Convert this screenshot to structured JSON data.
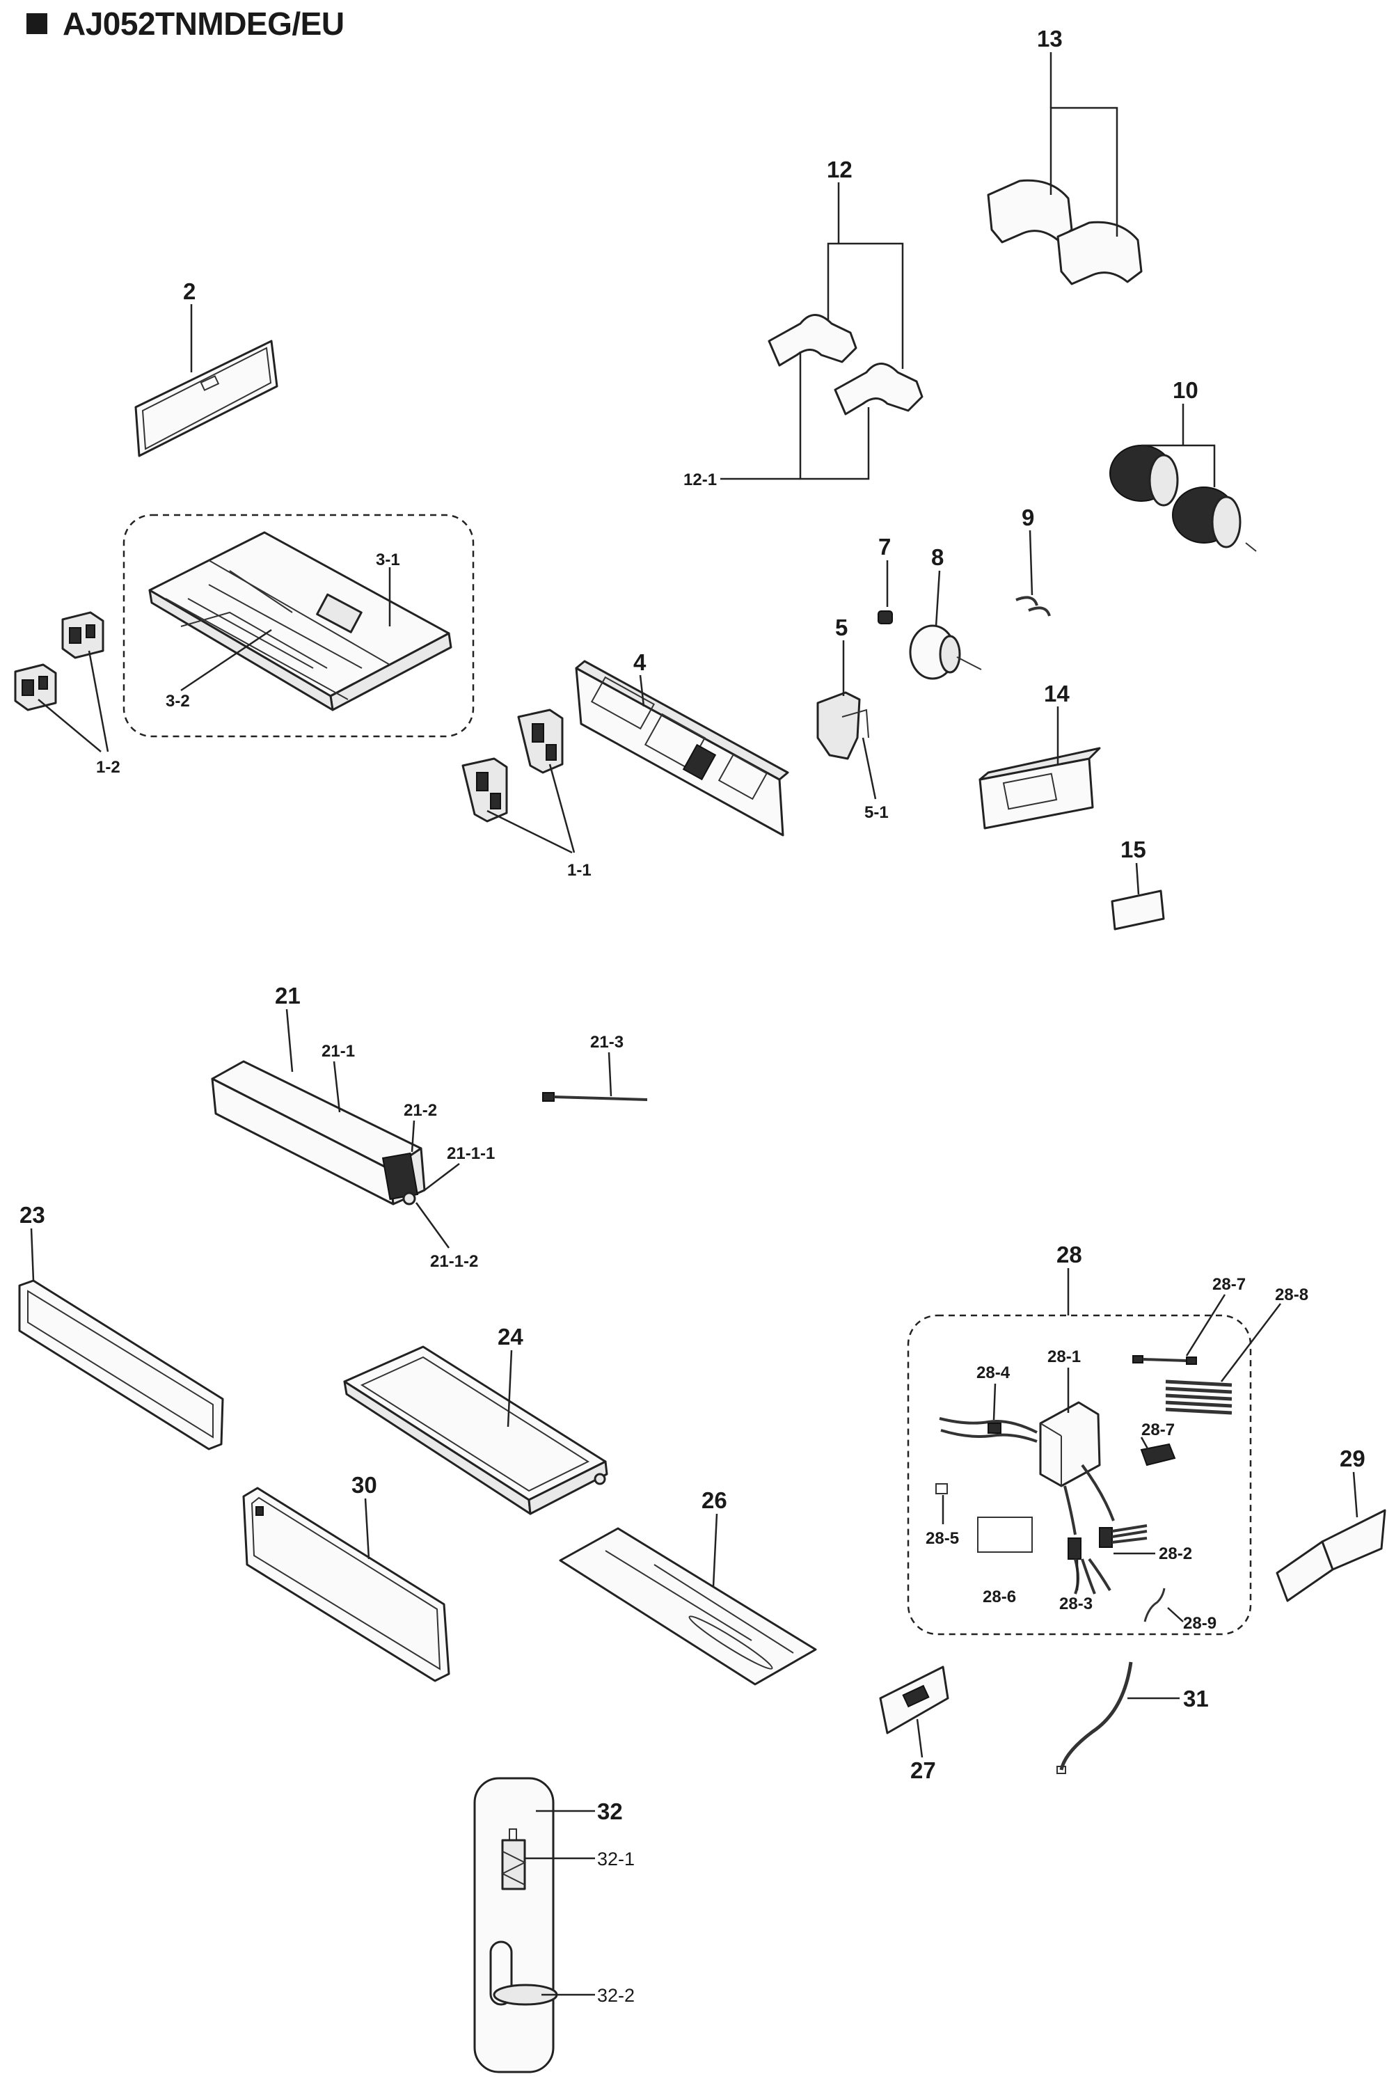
{
  "title": "AJ052TNMDEG/EU",
  "labels": {
    "l2": "2",
    "l3_1": "3-1",
    "l3_2": "3-2",
    "l1_2": "1-2",
    "l1_1": "1-1",
    "l4": "4",
    "l5": "5",
    "l5_1": "5-1",
    "l7": "7",
    "l8": "8",
    "l9": "9",
    "l10": "10",
    "l12": "12",
    "l12_1": "12-1",
    "l13": "13",
    "l14": "14",
    "l15": "15",
    "l21": "21",
    "l21_1": "21-1",
    "l21_2": "21-2",
    "l21_1_1": "21-1-1",
    "l21_1_2": "21-1-2",
    "l21_3": "21-3",
    "l23": "23",
    "l24": "24",
    "l26": "26",
    "l30": "30",
    "l27": "27",
    "l28": "28",
    "l28_1": "28-1",
    "l28_2": "28-2",
    "l28_3": "28-3",
    "l28_4": "28-4",
    "l28_5": "28-5",
    "l28_6": "28-6",
    "l28_7a": "28-7",
    "l28_7b": "28-7",
    "l28_8": "28-8",
    "l28_9": "28-9",
    "l29": "29",
    "l31": "31",
    "l32": "32",
    "l32_1": "32-1",
    "l32_2": "32-2"
  }
}
